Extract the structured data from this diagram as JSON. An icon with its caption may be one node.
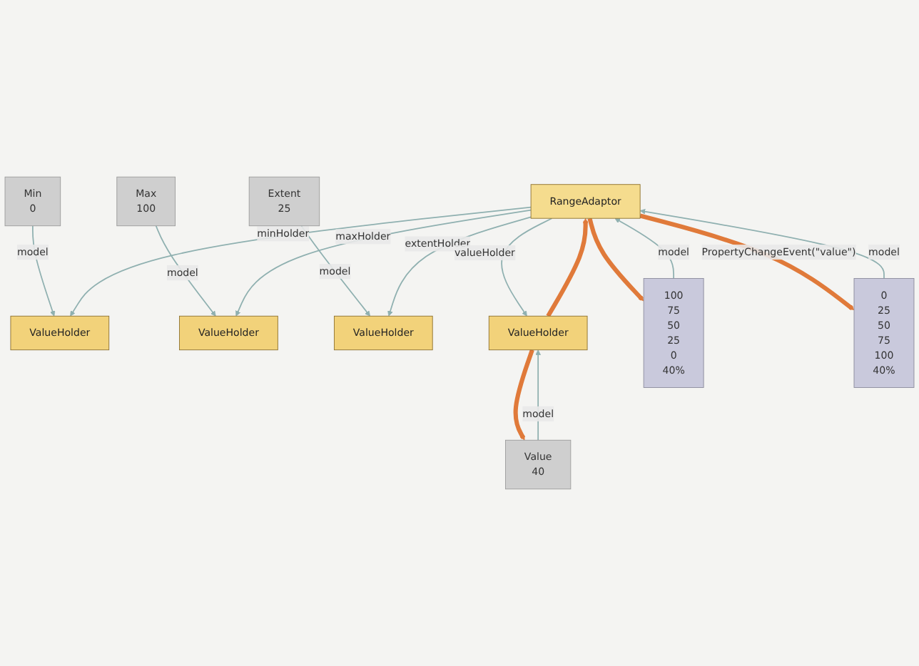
{
  "diagram": {
    "nodes": [
      {
        "text": [
          "Min",
          "0"
        ]
      },
      {
        "text": [
          "Max",
          "100"
        ]
      },
      {
        "text": [
          "Extent",
          "25"
        ]
      },
      {
        "text": [
          "Value",
          "40"
        ]
      },
      {
        "text": [
          "ValueHolder"
        ]
      },
      {
        "text": [
          "ValueHolder"
        ]
      },
      {
        "text": [
          "ValueHolder"
        ]
      },
      {
        "text": [
          "ValueHolder"
        ]
      },
      {
        "text": [
          "RangeAdaptor"
        ]
      },
      {
        "text": [
          "100",
          "75",
          "50",
          "25",
          "0",
          "40%"
        ]
      },
      {
        "text": [
          "0",
          "25",
          "50",
          "75",
          "100",
          "40%"
        ]
      }
    ],
    "edges": [
      {
        "from": 0,
        "to": 4,
        "arrow": "to",
        "label": "model"
      },
      {
        "from": 1,
        "to": 5,
        "arrow": "to",
        "label": "model"
      },
      {
        "from": 2,
        "to": 6,
        "arrow": "to",
        "label": "model"
      },
      {
        "from": 3,
        "to": 7,
        "arrow": "to",
        "label": "model"
      },
      {
        "from": 7,
        "to": 3,
        "arrow": "to",
        "style": "thick",
        "color": "#e07a3a"
      },
      {
        "from": 8,
        "to": 4,
        "arrow": "to",
        "label": "minHolder"
      },
      {
        "from": 8,
        "to": 5,
        "arrow": "to",
        "label": "maxHolder"
      },
      {
        "from": 8,
        "to": 6,
        "arrow": "to",
        "label": "extentHolder"
      },
      {
        "from": 7,
        "to": 8,
        "arrow": "to",
        "style": "thick",
        "color": "#e07a3a"
      },
      {
        "from": 8,
        "to": 7,
        "arrow": "to",
        "label": "valueHolder"
      },
      {
        "from": 9,
        "to": 8,
        "arrow": "to",
        "label": "model"
      },
      {
        "from": 10,
        "to": 8,
        "arrow": "to",
        "label": "model"
      },
      {
        "from": 8,
        "to": 9,
        "arrow": "to",
        "style": "thick",
        "color": "#e07a3a"
      },
      {
        "from": 8,
        "to": 10,
        "arrow": "to",
        "style": "thick",
        "color": "#e07a3a",
        "label": "PropertyChangeEvent(\"value\")"
      }
    ]
  }
}
